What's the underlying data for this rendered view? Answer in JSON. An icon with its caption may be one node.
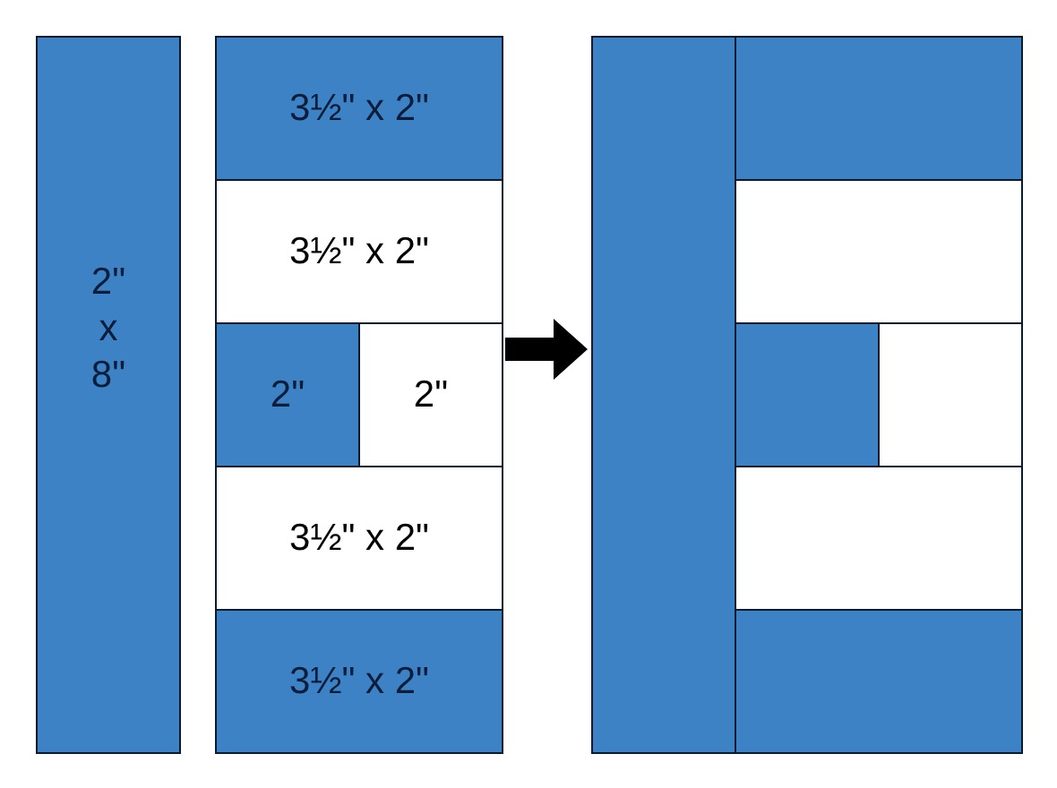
{
  "diagram": {
    "nodes": [
      {
        "text": [
          "2\" x 8\""
        ]
      },
      {
        "text": [
          "3½\" x 2\""
        ]
      },
      {
        "text": [
          "3½\" x 2\""
        ]
      },
      {
        "text": [
          "2\""
        ]
      },
      {
        "text": [
          "2\""
        ]
      },
      {
        "text": [
          "3½\" x 2\""
        ]
      },
      {
        "text": [
          "3½\" x 2\""
        ]
      },
      {
        "text": [],
        "shape": "box"
      },
      {
        "text": [],
        "shape": "box",
        "in": 7
      },
      {
        "text": [],
        "shape": "box",
        "in": 7
      },
      {
        "text": [],
        "shape": "box",
        "in": 7
      },
      {
        "text": [],
        "shape": "box",
        "in": 7
      }
    ],
    "edges": [
      {
        "from": 4,
        "to": 7,
        "arrow": "to"
      }
    ]
  }
}
